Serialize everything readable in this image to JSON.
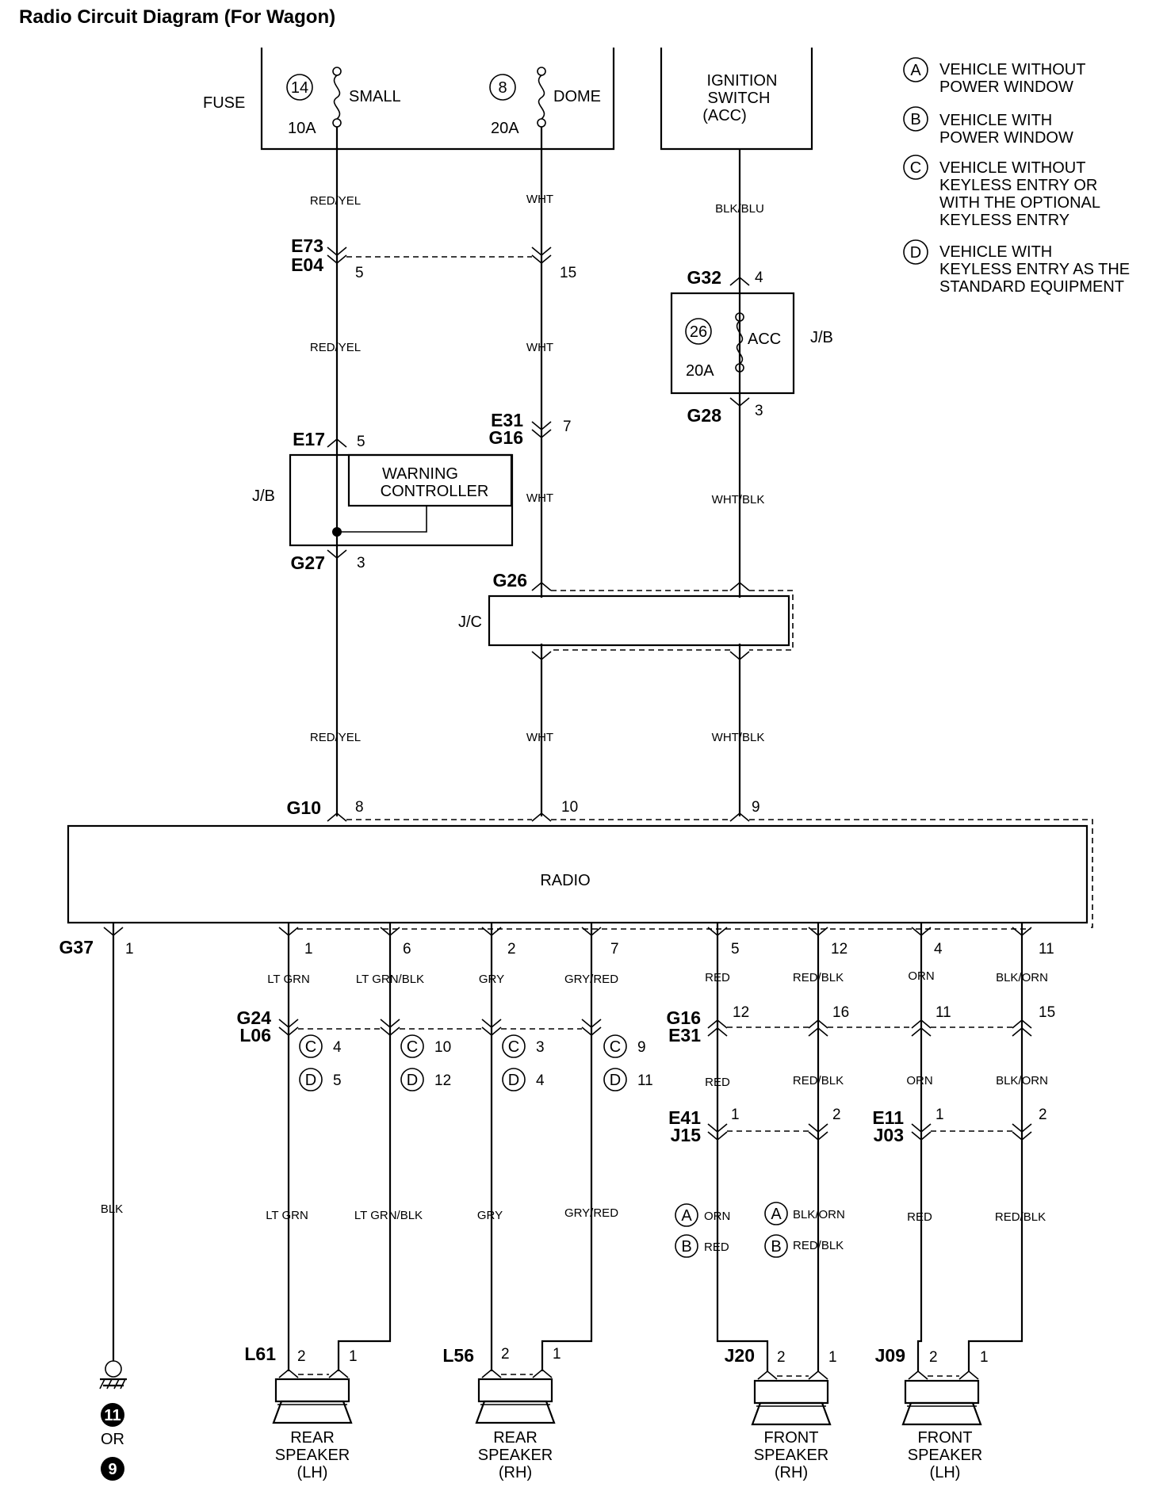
{
  "title": "Radio Circuit Diagram (For Wagon)",
  "fuse_box": {
    "label": "FUSE",
    "fuses": [
      {
        "number": "14",
        "name": "SMALL",
        "rating": "10A"
      },
      {
        "number": "8",
        "name": "DOME",
        "rating": "20A"
      }
    ]
  },
  "ignition_switch": {
    "line1": "IGNITION",
    "line2": "SWITCH",
    "line3": "(ACC)"
  },
  "jb_acc_fuse": {
    "number": "26",
    "name": "ACC",
    "rating": "20A",
    "box_label": "J/B"
  },
  "warning_controller": {
    "line1": "WARNING",
    "line2": "CONTROLLER",
    "box_label": "J/B"
  },
  "jc": {
    "box_label": "J/C"
  },
  "radio": {
    "label": "RADIO"
  },
  "legend": [
    {
      "letter": "A",
      "lines": [
        "VEHICLE WITHOUT",
        "POWER WINDOW"
      ]
    },
    {
      "letter": "B",
      "lines": [
        "VEHICLE WITH",
        "POWER WINDOW"
      ]
    },
    {
      "letter": "C",
      "lines": [
        "VEHICLE WITHOUT",
        "KEYLESS ENTRY OR",
        "WITH THE OPTIONAL",
        "KEYLESS ENTRY"
      ]
    },
    {
      "letter": "D",
      "lines": [
        "VEHICLE WITH",
        "KEYLESS ENTRY AS THE",
        "STANDARD EQUIPMENT"
      ]
    }
  ],
  "connectors": {
    "e73": "E73",
    "e04": "E04",
    "g32": "G32",
    "g28": "G28",
    "e31_top": "E31",
    "g16_top": "G16",
    "e17": "E17",
    "g27": "G27",
    "g26": "G26",
    "g10": "G10",
    "g37": "G37",
    "g24": "G24",
    "l06": "L06",
    "g16_bot": "G16",
    "e31_bot": "E31",
    "e41": "E41",
    "j15": "J15",
    "e11": "E11",
    "j03": "J03",
    "l61": "L61",
    "l56": "L56",
    "j20": "J20",
    "j09": "J09"
  },
  "pins": {
    "e73_red": "5",
    "e73_wht": "15",
    "g32": "4",
    "g28": "3",
    "e31_wht": "7",
    "e17": "5",
    "g27": "3",
    "g10_red": "8",
    "g10_wht": "10",
    "g10_blk": "9",
    "g37": "1",
    "out1": "1",
    "out2": "6",
    "out3": "2",
    "out4": "7",
    "out5": "5",
    "out6": "12",
    "out7": "4",
    "out8": "11",
    "g16_1": "12",
    "g16_2": "16",
    "g16_3": "11",
    "g16_4": "15",
    "e41_1": "1",
    "e41_2": "2",
    "e11_1": "1",
    "e11_2": "2",
    "c1": "4",
    "d1": "5",
    "c2": "10",
    "d2": "12",
    "c3": "3",
    "d3": "4",
    "c4": "9",
    "d4": "11",
    "spk_2": "2",
    "spk_1": "1"
  },
  "wires": {
    "red_yel": "RED/YEL",
    "wht": "WHT",
    "blk_blu": "BLK/BLU",
    "wht_blk": "WHT/BLK",
    "lt_grn": "LT GRN",
    "lt_grn_blk": "LT GRN/BLK",
    "gry": "GRY",
    "gry_red": "GRY/RED",
    "red": "RED",
    "red_blk": "RED/BLK",
    "orn": "ORN",
    "blk_orn": "BLK/ORN",
    "blk": "BLK"
  },
  "cond_letters": {
    "a": "A",
    "b": "B",
    "c": "C",
    "d": "D"
  },
  "speakers": [
    {
      "line1": "REAR",
      "line2": "SPEAKER",
      "line3": "(LH)"
    },
    {
      "line1": "REAR",
      "line2": "SPEAKER",
      "line3": "(RH)"
    },
    {
      "line1": "FRONT",
      "line2": "SPEAKER",
      "line3": "(RH)"
    },
    {
      "line1": "FRONT",
      "line2": "SPEAKER",
      "line3": "(LH)"
    }
  ],
  "ground": {
    "ref1": "11",
    "or_text": "OR",
    "ref2": "9"
  }
}
